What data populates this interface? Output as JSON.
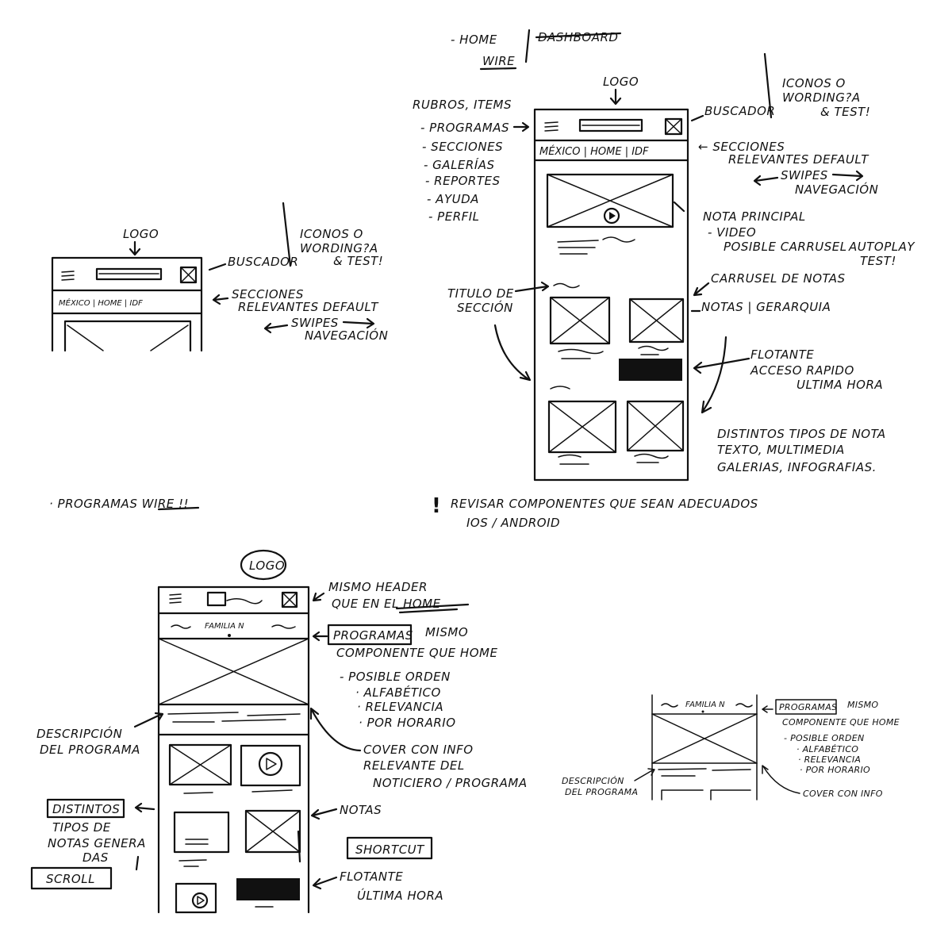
{
  "top_header": {
    "home": "- HOME",
    "dashboard_struck": "DASHBOARD",
    "wire": "WIRE"
  },
  "small_wire": {
    "logo": "LOGO",
    "buscador": "BUSCADOR",
    "icons_note_line1": "ICONOS O",
    "icons_note_line2": "WORDING?A",
    "icons_note_line3": "& TEST!",
    "tabs": "MÉXICO | HOME | IDF",
    "secciones_line1": "SECCIONES",
    "secciones_line2": "RELEVANTES DEFAULT",
    "swipes_line1": "SWIPES",
    "swipes_line2": "NAVEGACIÓN"
  },
  "main_wire": {
    "logo": "LOGO",
    "menu_title": "RUBROS, ITEMS",
    "menu_items": [
      "- PROGRAMAS",
      "- SECCIONES",
      "- GALERÍAS",
      "- REPORTES",
      "- AYUDA",
      "- PERFIL"
    ],
    "buscador": "BUSCADOR",
    "icons_note_line1": "ICONOS O",
    "icons_note_line2": "WORDING?A",
    "icons_note_line3": "& TEST!",
    "tabs": "MÉXICO | HOME | IDF",
    "secciones_line1": "← SECCIONES",
    "secciones_line2": "RELEVANTES DEFAULT",
    "swipes_line1": "SWIPES",
    "swipes_line2": "NAVEGACIÓN",
    "nota_principal": "NOTA PRINCIPAL",
    "video": "- VIDEO",
    "carrusel": "POSIBLE CARRUSEL",
    "autoplay": "AUTOPLAY",
    "test": "TEST!",
    "carrusel_notas": "CARRUSEL DE NOTAS",
    "notas_jerarquia": "NOTAS | GERARQUIA",
    "titulo_line1": "TITULO DE",
    "titulo_line2": "SECCIÓN",
    "flotante_line1": "FLOTANTE",
    "flotante_line2": "ACCESO RAPIDO",
    "flotante_line3": "ULTIMA HORA",
    "tipos_line1": "DISTINTOS TIPOS DE NOTA",
    "tipos_line2": "TEXTO, MULTIMEDIA",
    "tipos_line3": "GALERIAS, INFOGRAFIAS.",
    "revisar_line1": "REVISAR COMPONENTES QUE SEAN ADECUADOS",
    "revisar_line2": "IOS / ANDROID"
  },
  "programas_note": "· PROGRAMAS WIRE !!",
  "program_wire": {
    "logo": "LOGO",
    "header_note_line1": "MISMO HEADER",
    "header_note_line2": "QUE EN EL HOME",
    "tabs": "FAMILIA N",
    "programas_box": "PROGRAMAS",
    "mismo": "MISMO",
    "componente": "COMPONENTE QUE HOME",
    "orden": "- POSIBLE ORDEN",
    "orden_items": [
      "· ALFABÉTICO",
      "· RELEVANCIA",
      "· POR HORARIO"
    ],
    "descripcion_line1": "DESCRIPCIÓN",
    "descripcion_line2": "DEL PROGRAMA",
    "cover_line1": "COVER CON INFO",
    "cover_line2": "RELEVANTE DEL",
    "cover_line3": "NOTICIERO / PROGRAMA",
    "notas": "NOTAS",
    "distintos": "DISTINTOS",
    "tipos_line1": "TIPOS DE",
    "tipos_line2": "NOTAS GENERA",
    "tipos_line3": "DAS",
    "scroll": "SCROLL",
    "shortcut": "SHORTCUT",
    "flotante": "FLOTANTE",
    "ultima_hora": "ÚLTIMA HORA"
  },
  "program_mini": {
    "tabs": "FAMILIA N",
    "programas_box": "PROGRAMAS",
    "mismo": "MISMO",
    "componente": "COMPONENTE QUE HOME",
    "orden": "- POSIBLE ORDEN",
    "orden_items": [
      "· ALFABÉTICO",
      "· RELEVANCIA",
      "· POR HORARIO"
    ],
    "descripcion_line1": "DESCRIPCIÓN",
    "descripcion_line2": "DEL PROGRAMA",
    "cover": "COVER CON INFO"
  }
}
